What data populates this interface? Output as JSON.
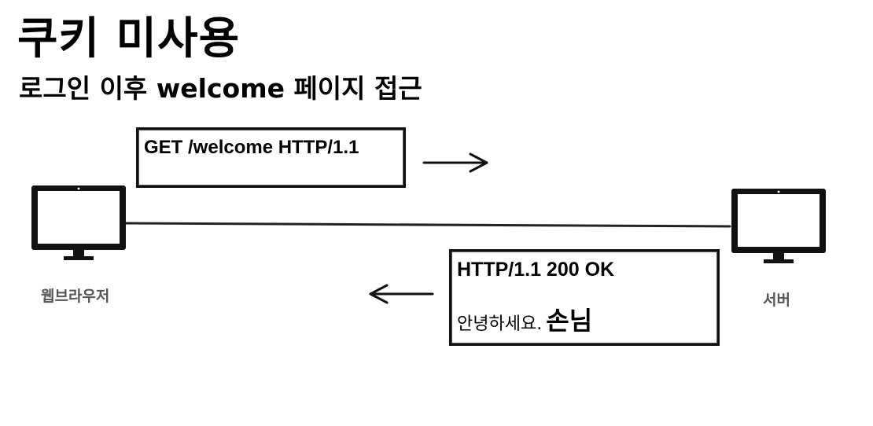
{
  "heading": {
    "title": "쿠키 미사용",
    "subtitle": "로그인 이후 welcome 페이지 접근"
  },
  "request": {
    "line": "GET /welcome HTTP/1.1"
  },
  "response": {
    "status_line": "HTTP/1.1 200 OK",
    "greeting": "안녕하세요.",
    "guest": "손님"
  },
  "nodes": {
    "browser": {
      "label": "웹브라우저",
      "icon": "monitor-icon"
    },
    "server": {
      "label": "서버",
      "icon": "monitor-icon"
    }
  },
  "colors": {
    "ink": "#000000",
    "label_gray": "#555555",
    "background": "#ffffff"
  }
}
